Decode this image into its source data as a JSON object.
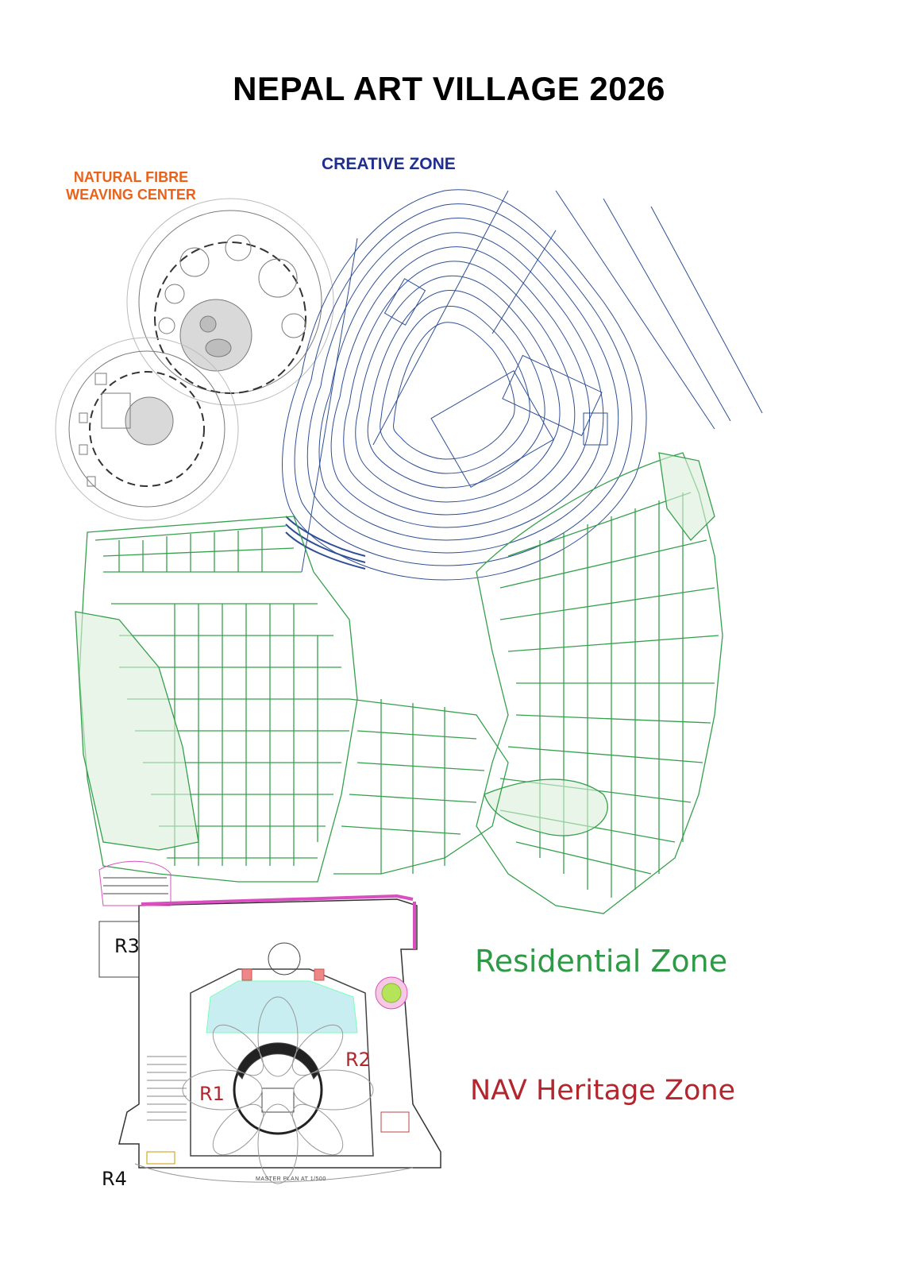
{
  "title": "NEPAL ART VILLAGE 2026",
  "zones": {
    "weaving_center": "NATURAL FIBRE WEAVING CENTER",
    "creative": "CREATIVE ZONE",
    "residential": "Residential Zone",
    "heritage": "NAV Heritage Zone"
  },
  "regions": {
    "r1": "R1",
    "r2": "R2",
    "r3": "R3",
    "r4": "R4"
  },
  "plan_caption": "MASTER PLAN AT 1/500",
  "colors": {
    "creative": "#1f3f8f",
    "residential": "#2f9a45",
    "heritage": "#b3262d",
    "weaving": "#e8621c",
    "boundary": "#d94fbf"
  }
}
